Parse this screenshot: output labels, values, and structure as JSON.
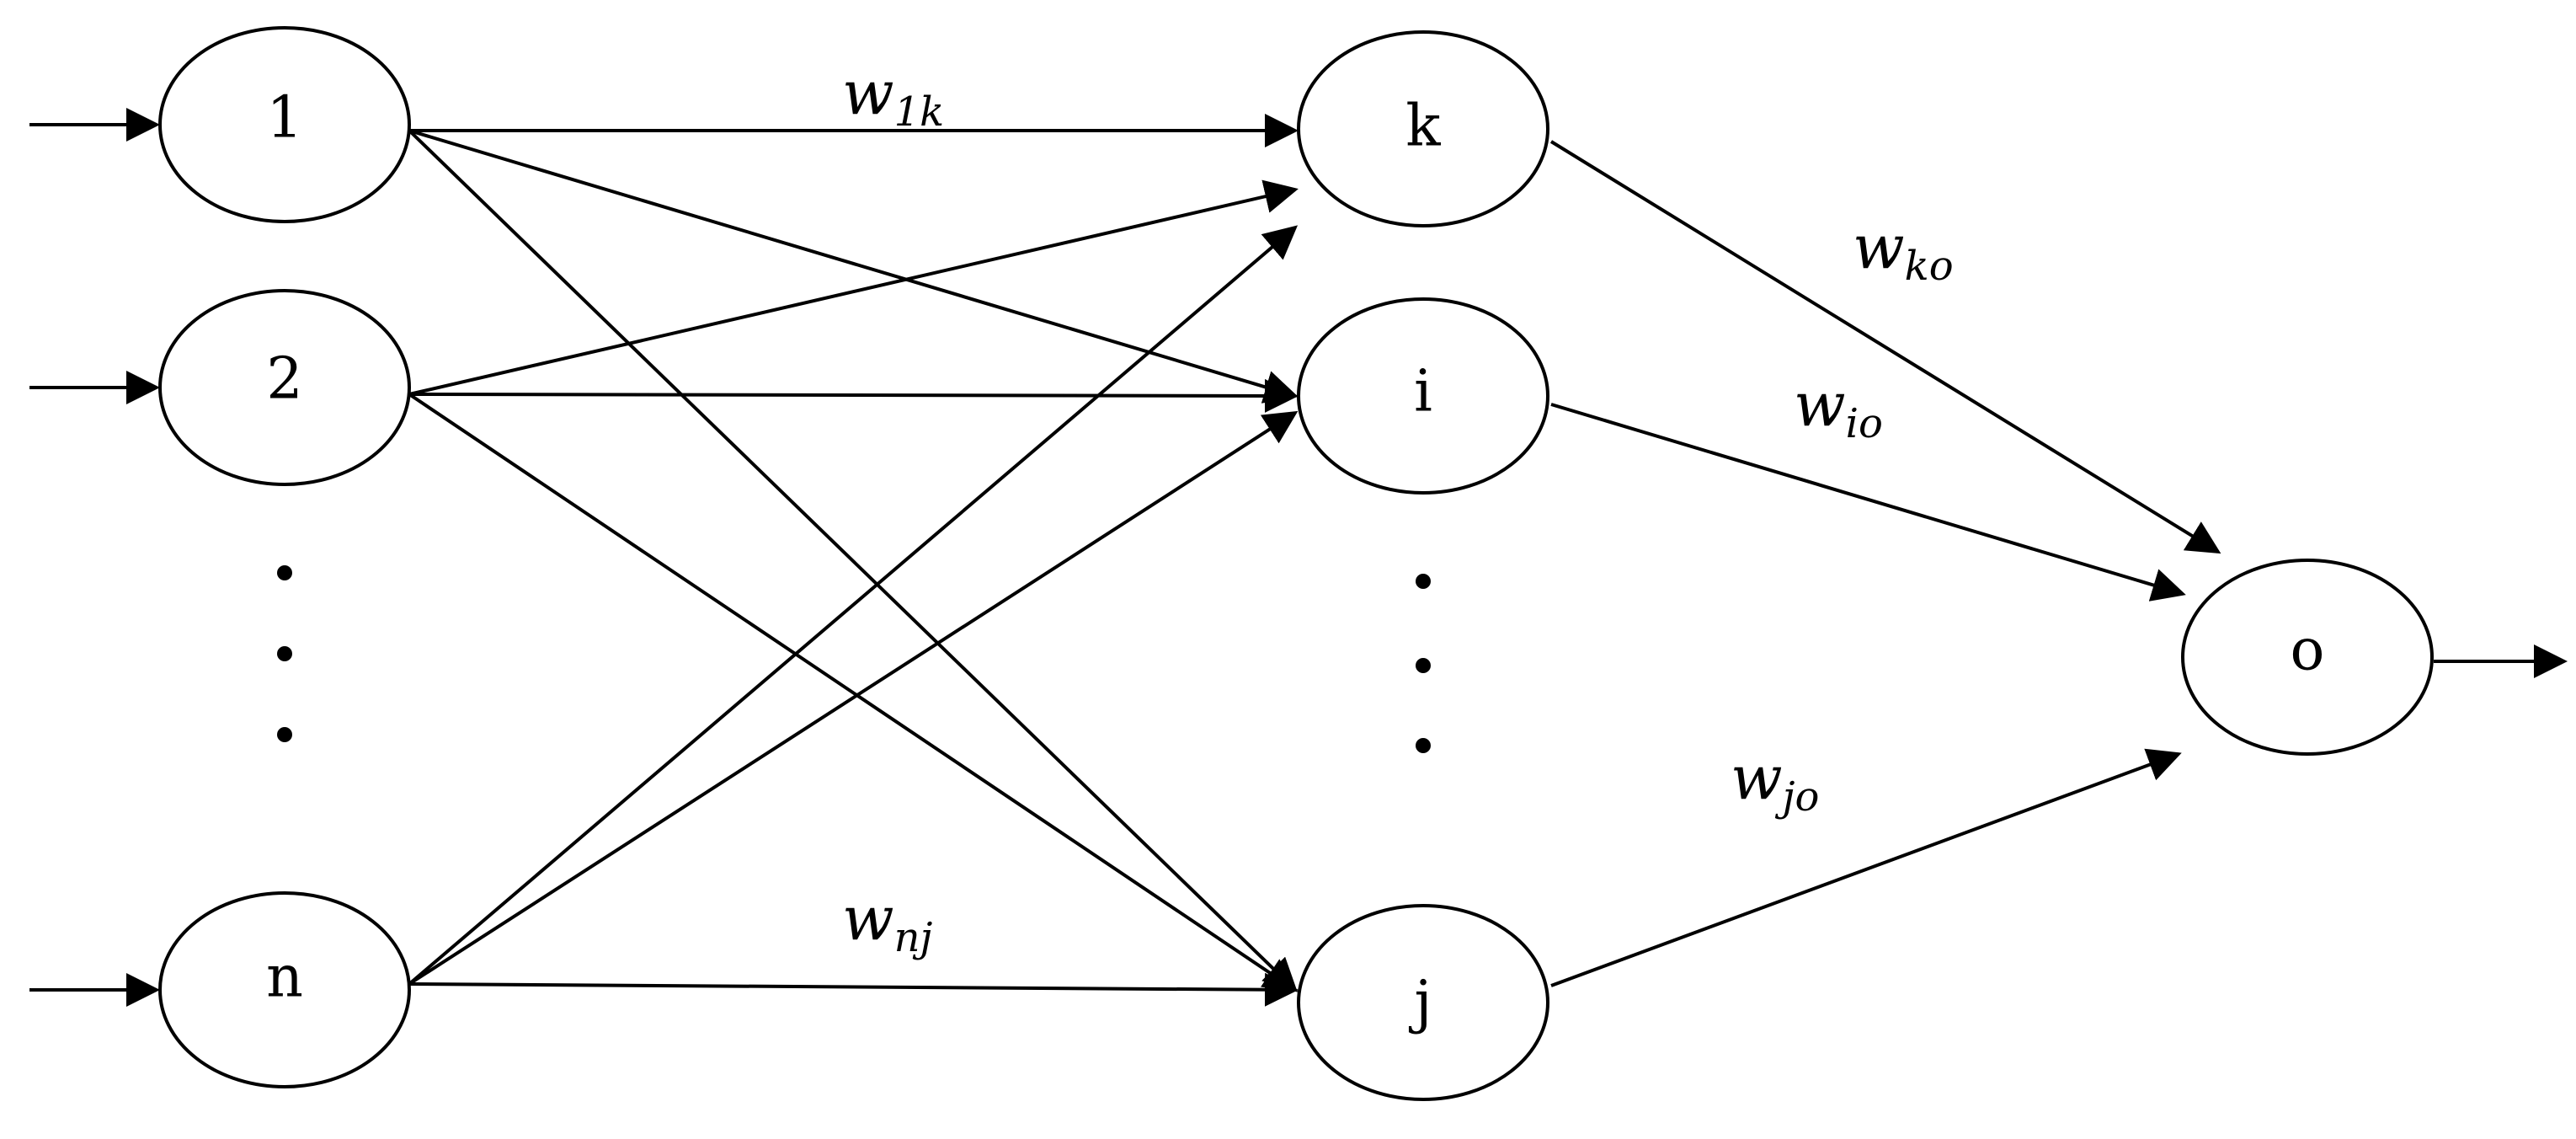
{
  "input_nodes": [
    {
      "id": "1",
      "label": "1"
    },
    {
      "id": "2",
      "label": "2"
    },
    {
      "id": "n",
      "label": "n"
    }
  ],
  "hidden_nodes": [
    {
      "id": "k",
      "label": "k"
    },
    {
      "id": "i",
      "label": "i"
    },
    {
      "id": "j",
      "label": "j"
    }
  ],
  "output_node": {
    "id": "o",
    "label": "o"
  },
  "weights": {
    "w1k": {
      "base": "w",
      "sub": "1k"
    },
    "wnj": {
      "base": "w",
      "sub": "nj"
    },
    "wko": {
      "base": "w",
      "sub": "ko"
    },
    "wio": {
      "base": "w",
      "sub": "io"
    },
    "wjo": {
      "base": "w",
      "sub": "jo"
    }
  },
  "edges": [
    {
      "from": "1",
      "to": "k"
    },
    {
      "from": "1",
      "to": "i"
    },
    {
      "from": "1",
      "to": "j"
    },
    {
      "from": "2",
      "to": "k"
    },
    {
      "from": "2",
      "to": "i"
    },
    {
      "from": "2",
      "to": "j"
    },
    {
      "from": "n",
      "to": "k"
    },
    {
      "from": "n",
      "to": "i"
    },
    {
      "from": "n",
      "to": "j"
    },
    {
      "from": "k",
      "to": "o"
    },
    {
      "from": "i",
      "to": "o"
    },
    {
      "from": "j",
      "to": "o"
    }
  ]
}
